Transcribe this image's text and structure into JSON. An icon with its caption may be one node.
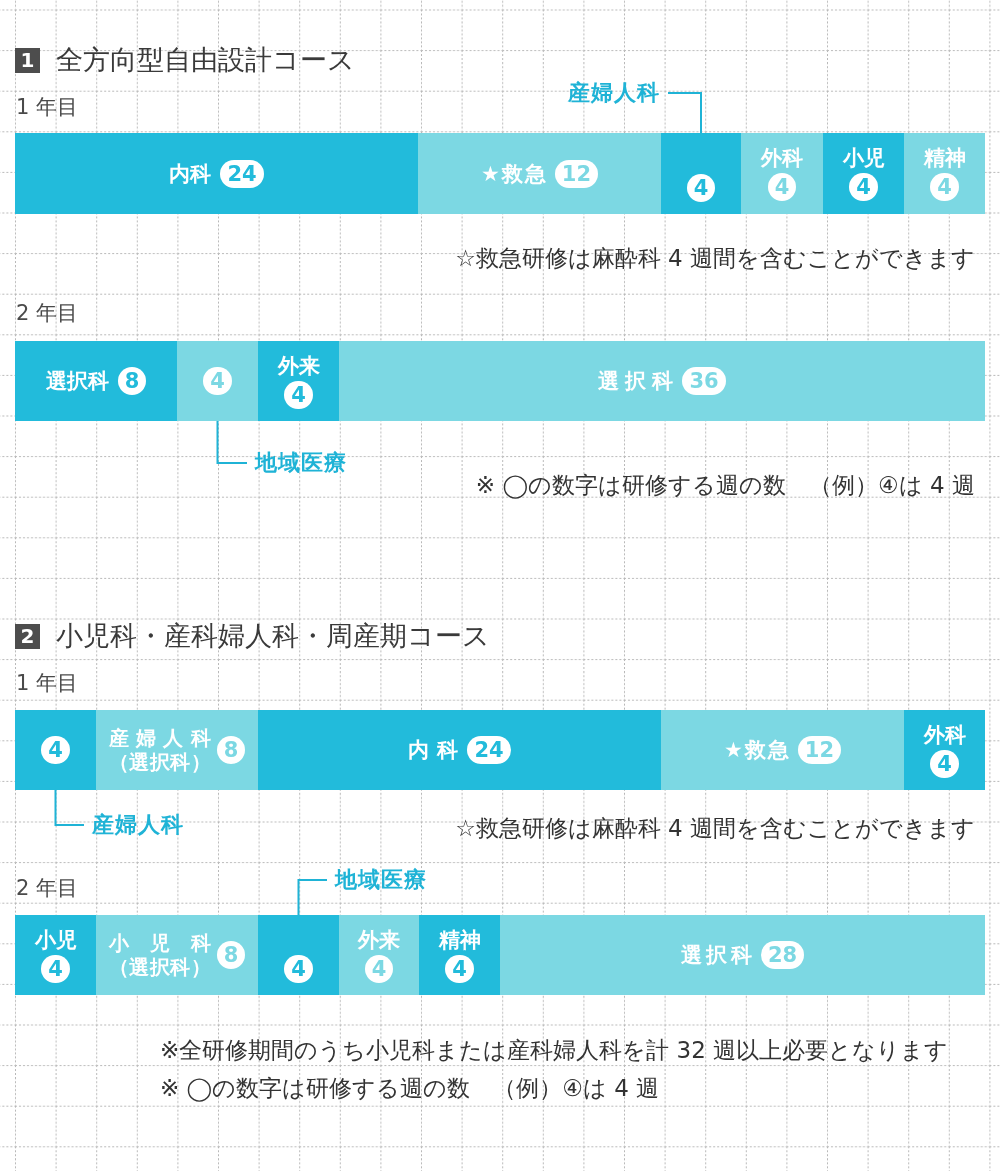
{
  "diagram": {
    "nodes": [
      {
        "text": [
          "産婦人科"
        ]
      },
      {
        "text": [
          "内科",
          "24"
        ]
      },
      {
        "text": [
          "★救急",
          "12"
        ]
      },
      {
        "text": [
          "4"
        ]
      },
      {
        "text": [
          "外科",
          "4"
        ]
      },
      {
        "text": [
          "小児",
          "4"
        ]
      },
      {
        "text": [
          "精神",
          "4"
        ]
      },
      {
        "text": [
          "選択科",
          "8"
        ]
      },
      {
        "text": [
          "4"
        ]
      },
      {
        "text": [
          "外来",
          "4"
        ]
      },
      {
        "text": [
          "選択科",
          "36"
        ]
      },
      {
        "text": [
          "地域医療"
        ]
      },
      {
        "text": [
          "4"
        ]
      },
      {
        "text": [
          "産婦人科（選択科）",
          "8"
        ]
      },
      {
        "text": [
          "内科",
          "24"
        ]
      },
      {
        "text": [
          "★救急",
          "12"
        ]
      },
      {
        "text": [
          "外科",
          "4"
        ]
      },
      {
        "text": [
          "産婦人科"
        ]
      },
      {
        "text": [
          "地域医療"
        ]
      },
      {
        "text": [
          "小児",
          "4"
        ]
      },
      {
        "text": [
          "小児科（選択科）",
          "8"
        ]
      },
      {
        "text": [
          "4"
        ]
      },
      {
        "text": [
          "外来",
          "4"
        ]
      },
      {
        "text": [
          "精神",
          "4"
        ]
      },
      {
        "text": [
          "選択科",
          "28"
        ]
      }
    ],
    "edges": [
      {
        "from": 0,
        "to": 3,
        "arrow": "none"
      },
      {
        "from": 11,
        "to": 8,
        "arrow": "none"
      },
      {
        "from": 17,
        "to": 12,
        "arrow": "none"
      },
      {
        "from": 18,
        "to": 21,
        "arrow": "none"
      }
    ],
    "labels": [
      "1",
      "全方向型自由設計コース",
      "1 年目",
      "☆救急研修は麻酔科 4 週間を含むことができます",
      "2 年目",
      "※ ◯の数字は研修する週の数　（例）④は 4 週",
      "2",
      "小児科・産科婦人科・周産期コース",
      "1 年目",
      "☆救急研修は麻酔科 4 週間を含むことができます",
      "2 年目",
      "※全研修期間のうち小児科または産科婦人科を計 32 週以上必要となります",
      "※ ◯の数字は研修する週の数　（例）④は 4 週"
    ]
  }
}
